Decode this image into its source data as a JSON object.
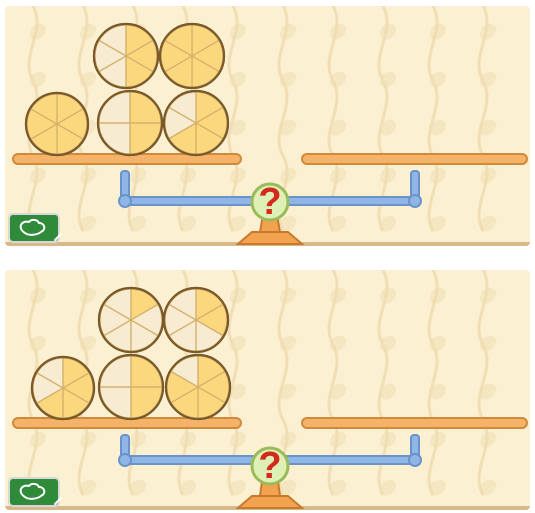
{
  "colors": {
    "background": "#fbf1d2",
    "wallpaper_motif": "#efdcb0",
    "floor": "#d7b98a",
    "shelf": "#f5b36a",
    "shelf_edge": "#cf8a3c",
    "scale_arm": "#8fb6e6",
    "scale_arm_outline": "#6a93c9",
    "question_mark": "#d22a1b",
    "question_bg": "#dff0b6",
    "fraction_fill": "#fbd77d",
    "fraction_empty": "#f7ecd2",
    "fraction_outline": "#7a5a2a",
    "corner_button": "#2f8a3a",
    "corner_button_outline": "#d8d8d8"
  },
  "panels": [
    {
      "panel_id": "top",
      "question_mark_glyph": "?",
      "corner_icon": "seedling-icon",
      "left_pan_wheels": [
        {
          "slots": 6,
          "filled": 6
        },
        {
          "slots": 6,
          "filled": 3
        },
        {
          "slots": 6,
          "filled": 6
        },
        {
          "slots": 4,
          "filled": 2
        },
        {
          "slots": 6,
          "filled": 4
        }
      ],
      "right_pan_wheels": []
    },
    {
      "panel_id": "bottom",
      "question_mark_glyph": "?",
      "corner_icon": "seedling-icon",
      "left_pan_wheels": [
        {
          "slots": 6,
          "filled": 4
        },
        {
          "slots": 6,
          "filled": 1
        },
        {
          "slots": 6,
          "filled": 2
        },
        {
          "slots": 4,
          "filled": 2
        },
        {
          "slots": 6,
          "filled": 5
        }
      ],
      "right_pan_wheels": []
    }
  ]
}
